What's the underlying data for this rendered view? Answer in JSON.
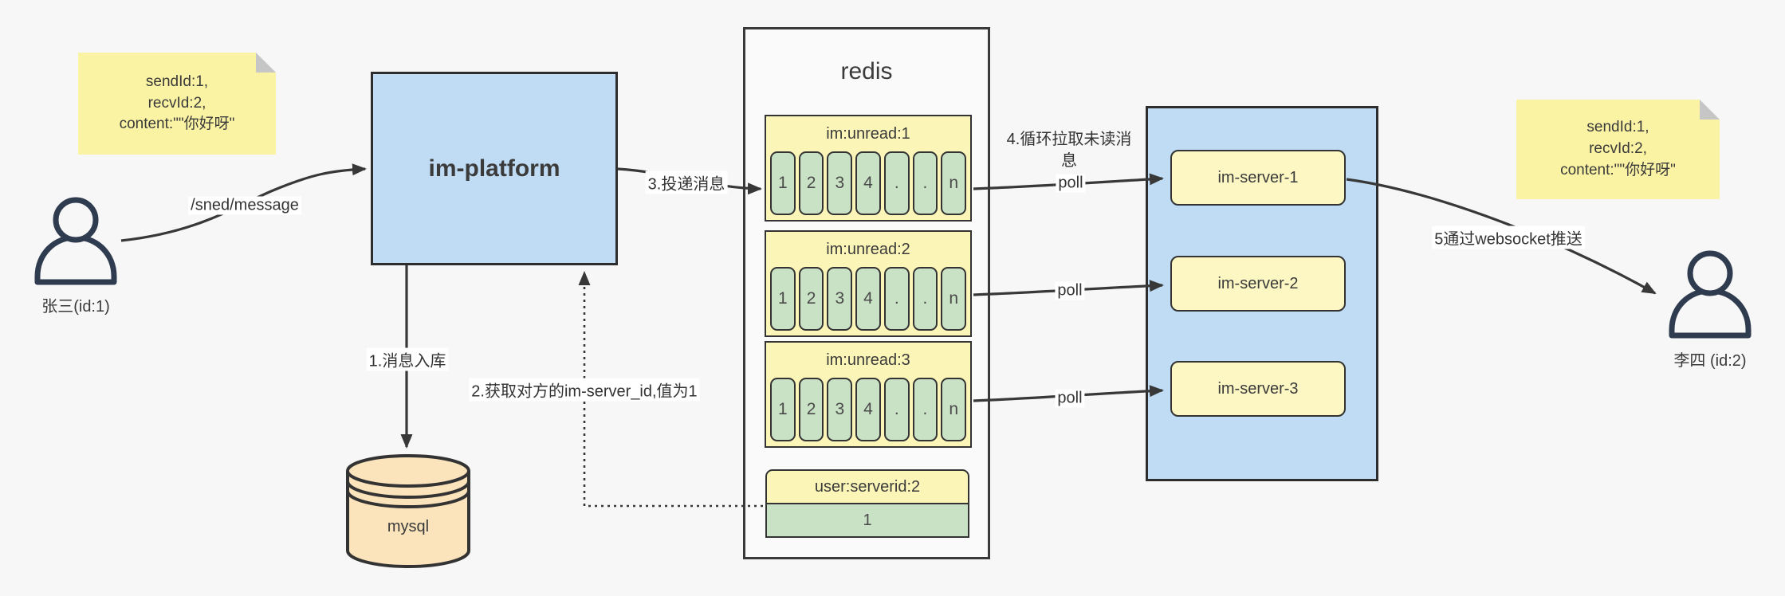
{
  "sticky_note_left": {
    "text": "sendId:1,\nrecvId:2,\ncontent:\"\"你好呀\""
  },
  "sticky_note_right": {
    "text": "sendId:1,\nrecvId:2,\ncontent:\"\"你好呀\""
  },
  "actor_left": {
    "label": "张三(id:1)"
  },
  "actor_right": {
    "label": "李四 (id:2)"
  },
  "platform": {
    "label": "im-platform"
  },
  "database": {
    "label": "mysql"
  },
  "redis": {
    "title": "redis",
    "queues": [
      {
        "header": "im:unread:1",
        "cells": [
          "1",
          "2",
          "3",
          "4",
          ".",
          ".",
          "n"
        ]
      },
      {
        "header": "im:unread:2",
        "cells": [
          "1",
          "2",
          "3",
          "4",
          ".",
          ".",
          "n"
        ]
      },
      {
        "header": "im:unread:3",
        "cells": [
          "1",
          "2",
          "3",
          "4",
          ".",
          ".",
          "n"
        ]
      }
    ],
    "kv": {
      "header": "user:serverid:2",
      "value": "1"
    }
  },
  "servers": {
    "items": [
      {
        "label": "im-server-1"
      },
      {
        "label": "im-server-2"
      },
      {
        "label": "im-server-3"
      }
    ]
  },
  "edge_labels": {
    "send_api": "/sned/message",
    "step1": "1.消息入库",
    "step2": "2.获取对方的im-server_id,值为1",
    "step3": "3.投递消息",
    "step4": "4.循环拉取未读消息",
    "poll": "poll",
    "step5": "5通过websocket推送"
  },
  "colors": {
    "background": "#f7f7f7",
    "accent_blue": "#bfdcf4",
    "note_yellow": "#fbf3a4",
    "header_yellow": "#fbf5b8",
    "server_yellow": "#fcf7c3",
    "cell_green": "#c9e2c5",
    "db_orange": "#fbe3bc",
    "arrow": "#383838",
    "actor_stroke": "#2f3b4f"
  }
}
